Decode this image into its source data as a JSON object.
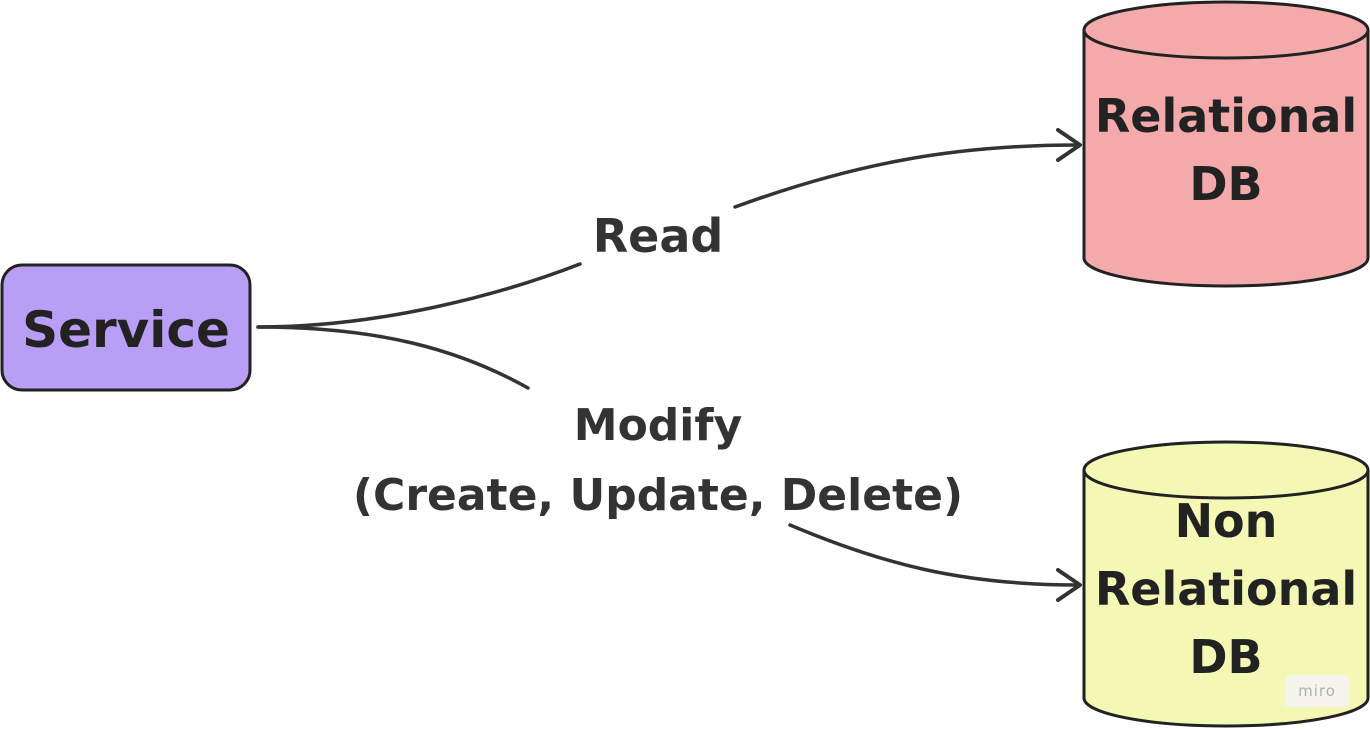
{
  "nodes": {
    "service": {
      "label": "Service",
      "fill": "#b89ef5"
    },
    "relational_db": {
      "label_line1": "Relational",
      "label_line2": "DB",
      "fill": "#f4aaaa"
    },
    "non_relational_db": {
      "label_line1": "Non",
      "label_line2": "Relational",
      "label_line3": "DB",
      "fill": "#f5f8b4"
    }
  },
  "edges": {
    "read": {
      "label": "Read"
    },
    "modify": {
      "label_line1": "Modify",
      "label_line2": "(Create, Update, Delete)"
    }
  },
  "watermark": {
    "text": "miro"
  },
  "colors": {
    "stroke": "#222222",
    "connector": "#333333",
    "background": "#ffffff"
  }
}
